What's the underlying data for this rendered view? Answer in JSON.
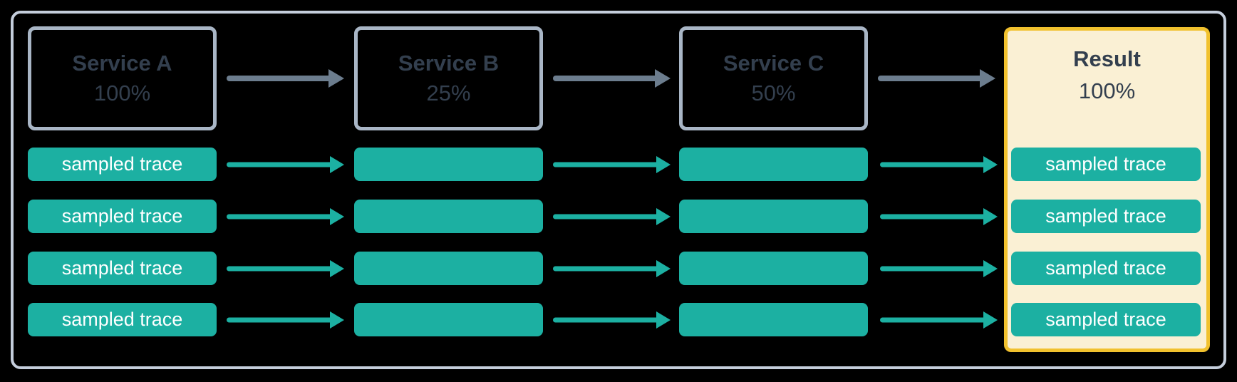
{
  "diagram": {
    "title_hint": "trace sampling flow",
    "columns": [
      {
        "title": "Service A",
        "percent": "100%"
      },
      {
        "title": "Service B",
        "percent": "25%"
      },
      {
        "title": "Service C",
        "percent": "50%"
      }
    ],
    "result": {
      "title": "Result",
      "percent": "100%"
    },
    "trace_label": "sampled trace",
    "row_count": 4,
    "colors": {
      "background": "#000000",
      "frame_border": "#C5CEDC",
      "service_box_border": "#A9B6C6",
      "dark_text": "#333F4E",
      "teal": "#1CB0A2",
      "gray_arrow": "#6C7D8E",
      "result_background": "#FAF0D4",
      "result_border": "#F1C12E",
      "trace_text": "#FFFFFF"
    }
  }
}
